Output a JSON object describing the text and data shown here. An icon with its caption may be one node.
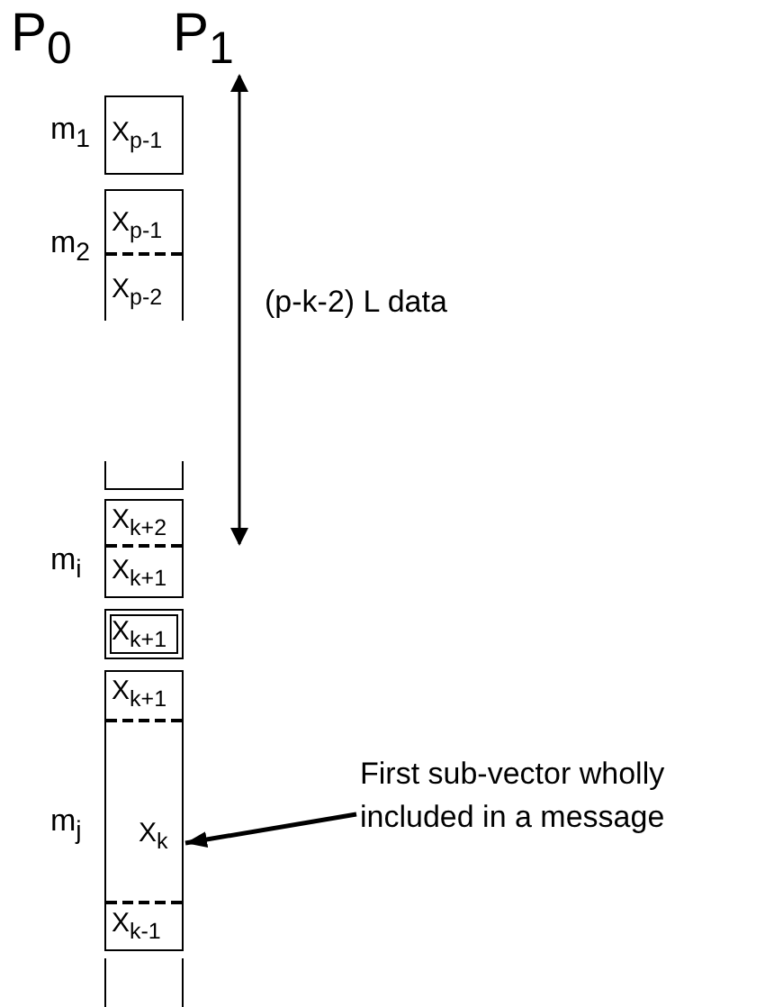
{
  "diagram": {
    "nodes": [
      {
        "text": [
          "X$_{p-1}$"
        ],
        "beside": [
          "m$_{1}$"
        ]
      },
      {
        "text": [
          "X$_{p-1}$",
          "X$_{p-2}$"
        ],
        "beside": [
          "m$_{2}$"
        ]
      },
      {
        "text": [],
        "shape": "box"
      },
      {
        "text": [
          "X$_{k+2}$",
          "X$_{k+1}$"
        ],
        "beside": [
          "m$_{i}$"
        ]
      },
      {
        "text": [
          "X$_{k+1}$"
        ]
      },
      {
        "text": [
          "X$_{k+1}$",
          "X$_{k}$",
          "X$_{k-1}$"
        ],
        "beside": [
          "m$_{j}$"
        ]
      },
      {
        "text": [],
        "shape": "box"
      },
      {
        "text": [
          "First sub-vector wholly included in a message"
        ]
      }
    ],
    "edges": [
      {
        "from": 7,
        "to": 5,
        "arrow": "to"
      }
    ],
    "labels": [
      "P$_{0}$",
      "P$_{1}$",
      "(p-k-2) L data"
    ]
  }
}
